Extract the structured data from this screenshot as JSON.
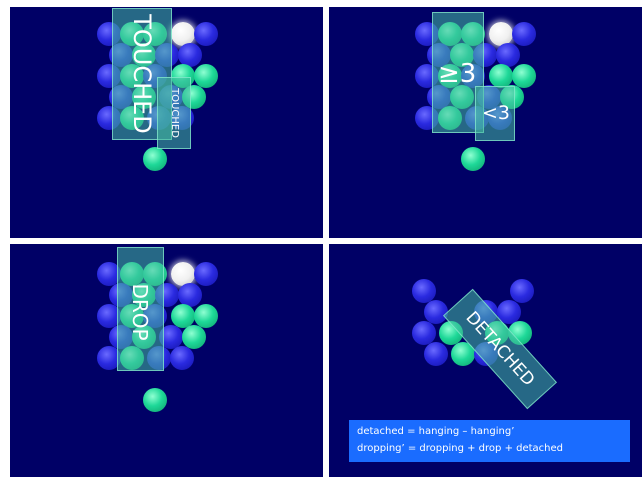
{
  "panels": [
    {
      "name": "touched",
      "labels": {
        "big": "TOUCHED",
        "small": "TOUCHED"
      }
    },
    {
      "name": "count",
      "labels": {
        "ge3": "≥3",
        "lt3": "<3"
      }
    },
    {
      "name": "drop",
      "labels": {
        "drop": "DROP"
      }
    },
    {
      "name": "detached",
      "labels": {
        "detached": "DETACHED"
      }
    }
  ],
  "formula": {
    "line1": "detached = hanging – hanging’",
    "line2": "dropping’ = dropping + drop + detached"
  },
  "colors": {
    "background": "#000066",
    "bubble_blue": "#2a2ae0",
    "bubble_green": "#1ed898",
    "bubble_white": "#ffffff",
    "overlay": "#46bea0",
    "formula_box": "#1a6cff"
  }
}
